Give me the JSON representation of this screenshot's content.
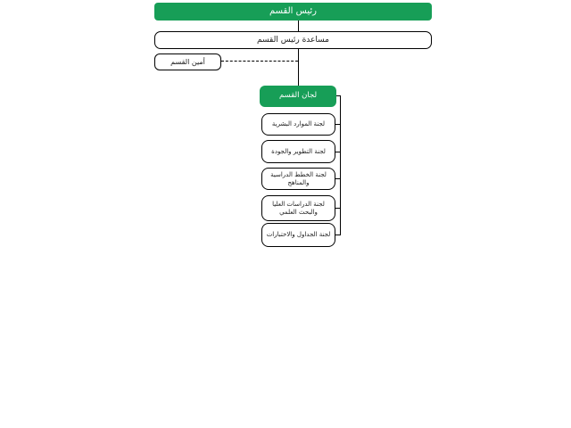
{
  "colors": {
    "node_green": "#179E57",
    "node_border": "#000000",
    "background": "#FFFFFF",
    "text_on_green": "#FFFFFF",
    "text_dark": "#1A1A1A"
  },
  "org_chart": {
    "head": {
      "label": "رئيس القسم"
    },
    "assistant": {
      "label": "مساعدة رئيس القسم"
    },
    "secretary": {
      "label": "أمين القسم"
    },
    "committees_header": {
      "label": "لجان القسم"
    },
    "committees": [
      {
        "label": "لجنة الموارد البشرية"
      },
      {
        "label": "لجنة التطوير والجودة"
      },
      {
        "label": "لجنة الخطط الدراسية والمناهج"
      },
      {
        "label": "لجنة الدراسات العليا والبحث العلمي"
      },
      {
        "label": "لجنة الجداول والاختبارات"
      }
    ]
  }
}
